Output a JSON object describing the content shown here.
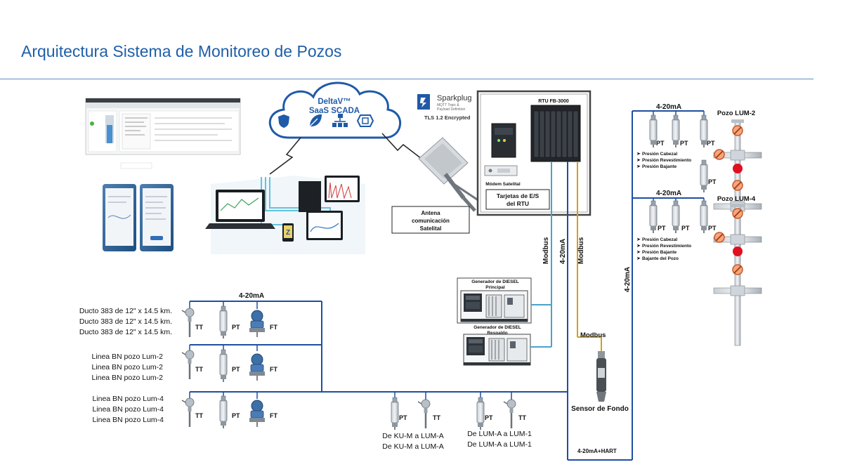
{
  "header": {
    "title": "Arquitectura Sistema de Monitoreo de Pozos"
  },
  "cloud": {
    "line1": "DeltaV™",
    "line2": "SaaS SCADA"
  },
  "sparkplug": {
    "brand": "Sparkplug",
    "sub1": "MQTT Topic &",
    "sub2": "Payload Definition",
    "tls": "TLS 1.2 Encrypted"
  },
  "rtu": {
    "title": "RTU FB-3000",
    "modem_label": "Módem Satelital",
    "cards_line1": "Tarjetas de E/S",
    "cards_line2": "del RTU"
  },
  "antenna": {
    "line1": "Antena",
    "line2": "comunicación",
    "line3": "Satelital"
  },
  "links": {
    "modbus": "Modbus",
    "ma": "4-20mA",
    "ma_hart": "4-20mA+HART"
  },
  "generators": {
    "main_line1": "Generador de DIESEL",
    "main_line2": "Principal",
    "backup_line1": "Generador de DIESEL",
    "backup_line2": "Respaldo"
  },
  "sensor": {
    "label": "Sensor de Fondo"
  },
  "instruments": {
    "tt": "TT",
    "pt": "PT",
    "ft": "FT"
  },
  "left_groups": [
    {
      "lines": [
        "Ducto 383 de 12\" x 14.5 km.",
        "Ducto 383 de 12\" x 14.5 km.",
        "Ducto 383 de 12\" x 14.5 km."
      ]
    },
    {
      "lines": [
        "Linea BN pozo Lum-2",
        "Linea BN pozo Lum-2",
        "Linea BN pozo Lum-2"
      ]
    },
    {
      "lines": [
        "Linea BN pozo Lum-4",
        "Linea BN pozo Lum-4",
        "Linea BN pozo Lum-4"
      ]
    }
  ],
  "bottom_groups": [
    {
      "lines": [
        "De KU-M a LUM-A",
        "De KU-M a LUM-A"
      ]
    },
    {
      "lines": [
        "De LUM-A a LUM-1",
        "De LUM-A a LUM-1"
      ]
    }
  ],
  "wells": [
    {
      "name": "Pozo LUM-2",
      "items": [
        "Presión Cabezal",
        "Presión Revestimiento",
        "Presión Bajante"
      ]
    },
    {
      "name": "Pozo LUM-4",
      "items": [
        "Presión Cabezal",
        "Presión Revestimiento",
        "Presión Bajante",
        "Bajante del Pozo"
      ]
    }
  ],
  "colors": {
    "title": "#1f5fa8",
    "bus": "#1f4fa0",
    "cyan": "#4aa3c8",
    "modbus_yellow": "#d4a017",
    "cloud": "#1f5aa8",
    "valve": "#f08a5a",
    "red_valve": "#e01020"
  }
}
